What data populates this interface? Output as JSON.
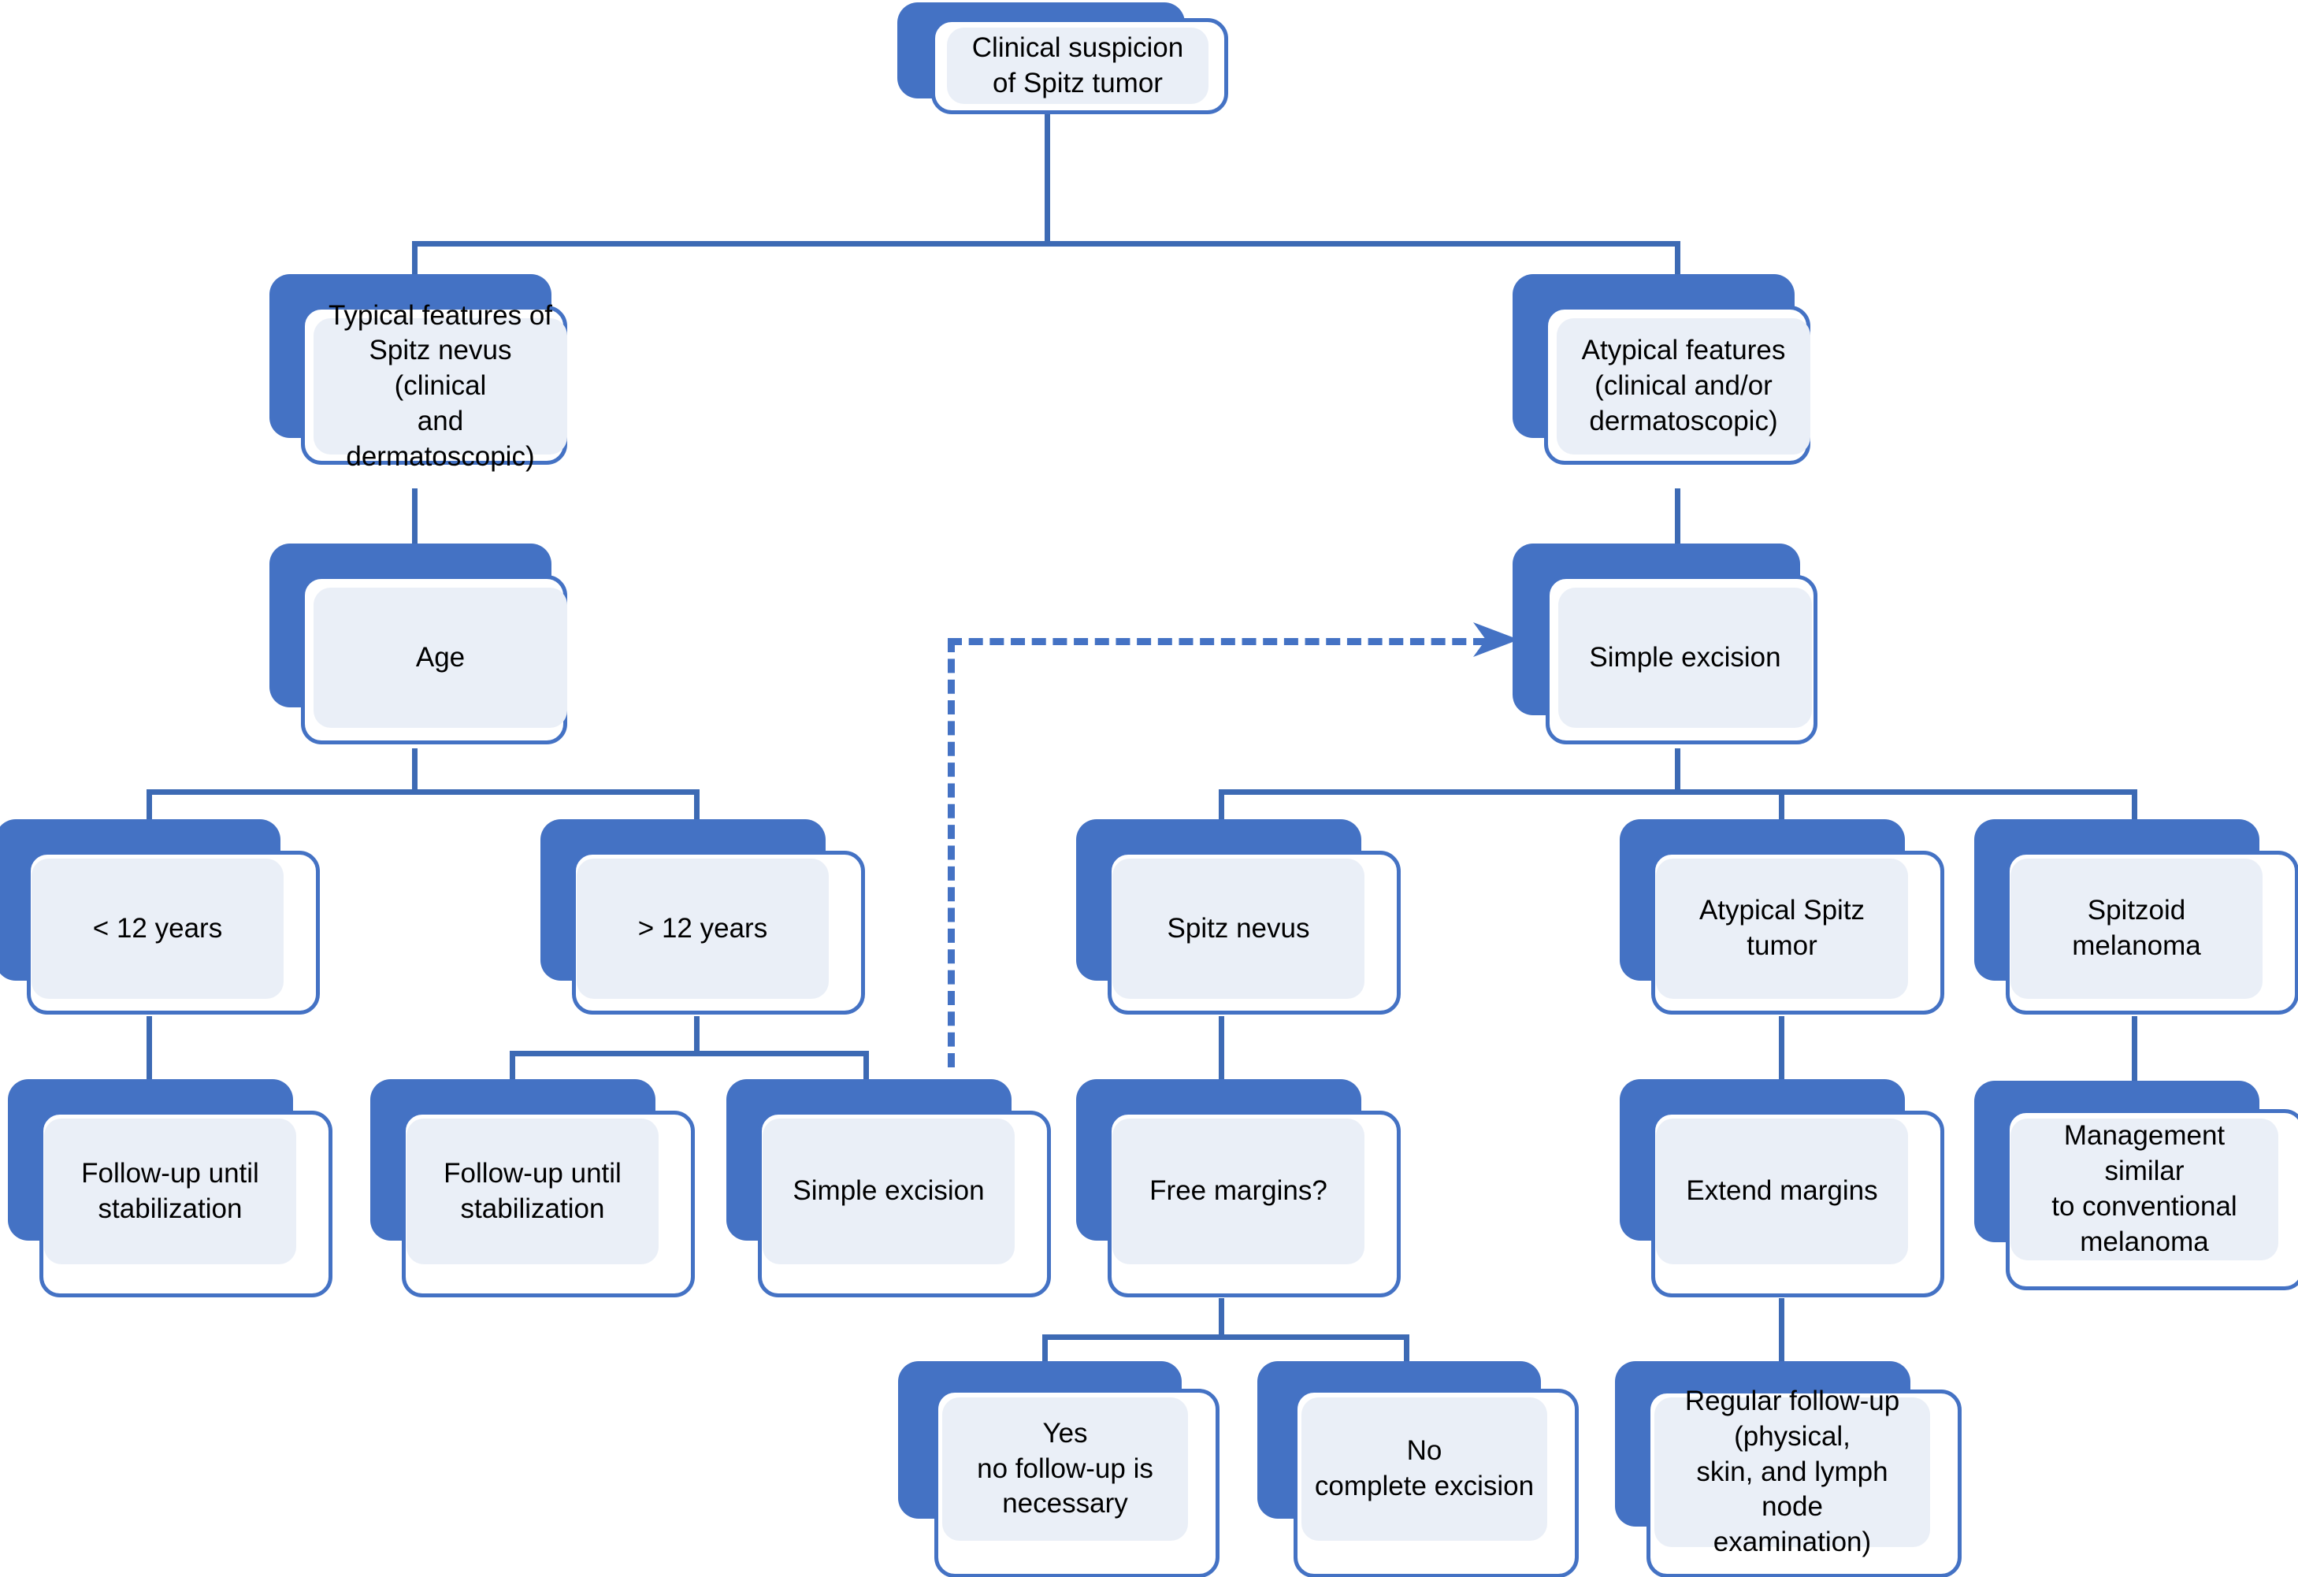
{
  "diagram": {
    "title": "Management algorithm for Spitz tumors",
    "colors": {
      "accent_blue": "#4472C4",
      "connector_blue": "#3D6AB4",
      "panel_fill": "#EAEFF7",
      "card_fill": "#FFFFFF",
      "text": "#000000"
    },
    "nodes": [
      {
        "id": "root",
        "label": "Clinical suspicion\nof Spitz tumor"
      },
      {
        "id": "typical",
        "label": "Typical features of\nSpitz nevus (clinical\nand dermatoscopic)"
      },
      {
        "id": "atypical",
        "label": "Atypical features\n(clinical and/or\ndermatoscopic)"
      },
      {
        "id": "age",
        "label": "Age"
      },
      {
        "id": "simple-excision-r",
        "label": "Simple excision"
      },
      {
        "id": "under12",
        "label": "< 12 years"
      },
      {
        "id": "over12",
        "label": "> 12 years"
      },
      {
        "id": "spitz-nevus",
        "label": "Spitz nevus"
      },
      {
        "id": "atypical-spitz",
        "label": "Atypical Spitz tumor"
      },
      {
        "id": "spitzoid-mel",
        "label": "Spitzoid melanoma"
      },
      {
        "id": "followup-a",
        "label": "Follow-up until\nstabilization"
      },
      {
        "id": "followup-b",
        "label": "Follow-up until\nstabilization"
      },
      {
        "id": "simple-excision-l",
        "label": "Simple excision"
      },
      {
        "id": "free-margins",
        "label": "Free margins?"
      },
      {
        "id": "extend-margins",
        "label": "Extend margins"
      },
      {
        "id": "mgmt-melanoma",
        "label": "Management similar\nto conventional\nmelanoma"
      },
      {
        "id": "yes",
        "label": "Yes\nno follow-up is\nnecessary"
      },
      {
        "id": "no",
        "label": "No\ncomplete excision"
      },
      {
        "id": "regular-followup",
        "label": "Regular follow-up\n(physical,\nskin, and lymph node\nexamination)"
      }
    ],
    "edges": [
      {
        "from": "root",
        "to": "typical",
        "style": "solid"
      },
      {
        "from": "root",
        "to": "atypical",
        "style": "solid"
      },
      {
        "from": "typical",
        "to": "age",
        "style": "solid"
      },
      {
        "from": "atypical",
        "to": "simple-excision-r",
        "style": "solid"
      },
      {
        "from": "age",
        "to": "under12",
        "style": "solid"
      },
      {
        "from": "age",
        "to": "over12",
        "style": "solid"
      },
      {
        "from": "under12",
        "to": "followup-a",
        "style": "solid"
      },
      {
        "from": "over12",
        "to": "followup-b",
        "style": "solid"
      },
      {
        "from": "over12",
        "to": "simple-excision-l",
        "style": "solid"
      },
      {
        "from": "simple-excision-l",
        "to": "simple-excision-r",
        "style": "dashed"
      },
      {
        "from": "simple-excision-r",
        "to": "spitz-nevus",
        "style": "solid"
      },
      {
        "from": "simple-excision-r",
        "to": "atypical-spitz",
        "style": "solid"
      },
      {
        "from": "simple-excision-r",
        "to": "spitzoid-mel",
        "style": "solid"
      },
      {
        "from": "spitz-nevus",
        "to": "free-margins",
        "style": "solid"
      },
      {
        "from": "atypical-spitz",
        "to": "extend-margins",
        "style": "solid"
      },
      {
        "from": "spitzoid-mel",
        "to": "mgmt-melanoma",
        "style": "solid"
      },
      {
        "from": "free-margins",
        "to": "yes",
        "style": "solid"
      },
      {
        "from": "free-margins",
        "to": "no",
        "style": "solid"
      },
      {
        "from": "extend-margins",
        "to": "regular-followup",
        "style": "solid"
      }
    ]
  }
}
